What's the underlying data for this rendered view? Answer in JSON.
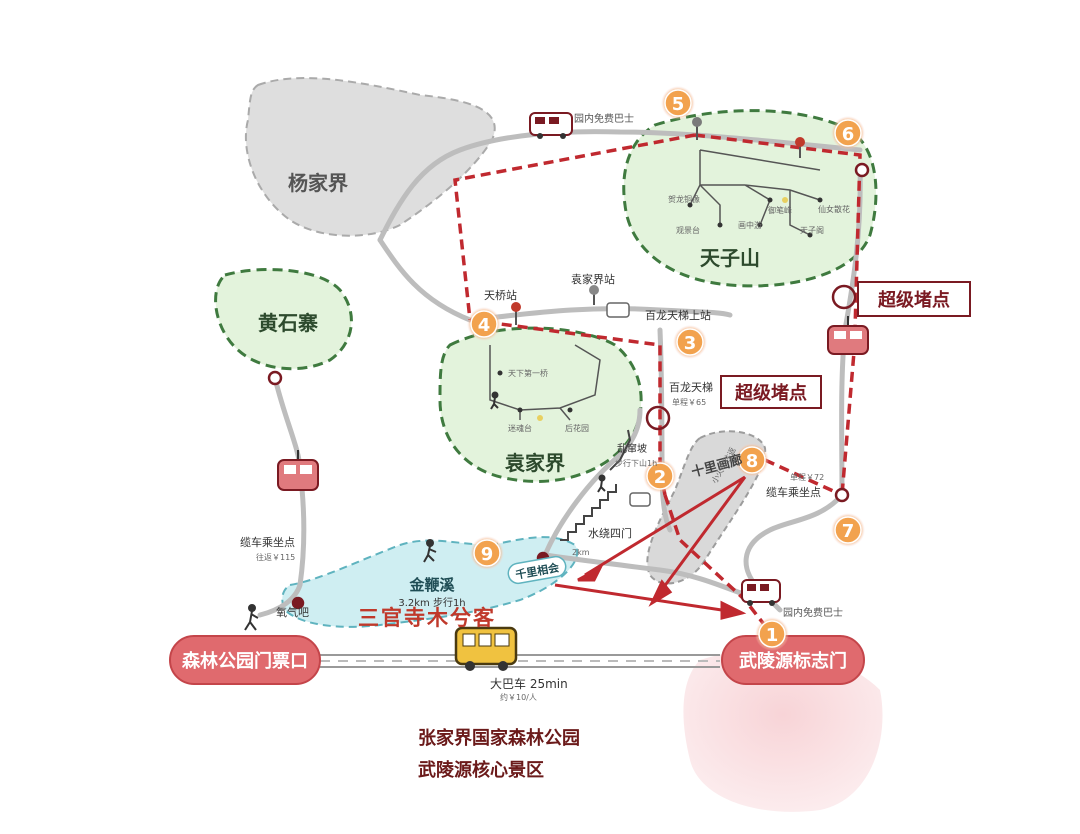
{
  "regions": {
    "yangjiajie": "杨家界",
    "huangshizhai": "黄石寨",
    "tianzishan": "天子山",
    "yuanjiajie": "袁家界",
    "shilihualang": "十里画廊",
    "jinbianxi": "金鞭溪"
  },
  "jinbianxi_info": "3.2km 步行1h",
  "points": {
    "p1": "1",
    "p2": "2",
    "p3": "3",
    "p4": "4",
    "p5": "5",
    "p6": "6",
    "p7": "7",
    "p8": "8",
    "p9": "9"
  },
  "gates": {
    "left": "森林公园门票口",
    "right": "武陵源标志门"
  },
  "bus": {
    "top_label": "园内免费巴士",
    "bottom_label": "园内免费巴士",
    "main_label": "大巴车 25min",
    "main_price": "约￥10/人"
  },
  "stations": {
    "tianqiao": "天桥站",
    "yuanjiajie_station": "袁家界站",
    "bailong_top": "百龙天梯上站",
    "bailong": "百龙天梯",
    "bailong_price": "单程￥65",
    "luanchuanpo": "乱窜坡",
    "luanchuanpo_sub": "步行下山1h",
    "shuiraosimen": "水绕四门",
    "shuiraosimen_dist": "2km",
    "qianlixianghui": "千里相会",
    "yangqiba": "氧气吧",
    "cable_left_label": "缆车乘坐点",
    "cable_left_price": "往返￥115",
    "cable_right_label": "缆车乘坐点",
    "cable_right_price": "单程￥72",
    "xiaohuoche": "小火车往返"
  },
  "tianzi_spots": [
    "贺龙铜像",
    "御笔峰",
    "仙女散花",
    "观景台",
    "画中游",
    "天子阁"
  ],
  "yuanjia_spots": [
    "天下第一桥",
    "迷魂台",
    "后花园"
  ],
  "callouts": [
    "超级堵点",
    "超级堵点"
  ],
  "handwritten": "三官寺木兮客",
  "footer": {
    "line1": "张家界国家森林公园",
    "line2": "武陵源核心景区"
  },
  "colors": {
    "route_red": "#c0292f",
    "green_fill": "#e3f3dc",
    "green_border": "#3f7a3f",
    "grey_fill": "#dcdcdc",
    "creek_fill": "#cfeef2",
    "gate_fill": "#e06a6e",
    "number_fill": "#f0a24a"
  }
}
